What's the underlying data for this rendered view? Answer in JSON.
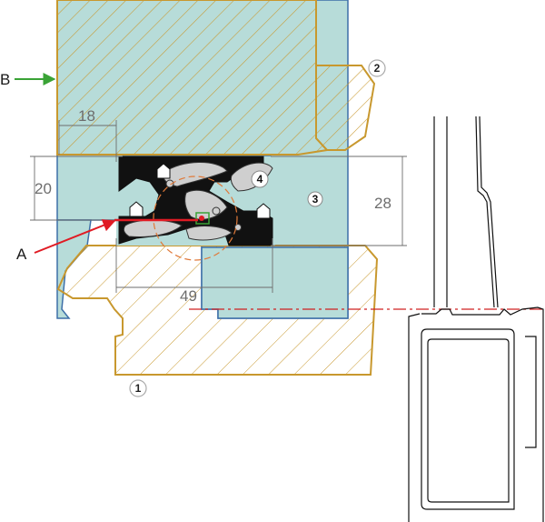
{
  "colors": {
    "glass_fill": "#b7dcd9",
    "glass_edge": "#3d6fa8",
    "wood_outline": "#c8982e",
    "hatch": "#c8982e",
    "gasket": "#111111",
    "dimension": "#6d6d6d",
    "arrow_a": "#e01b24",
    "arrow_b": "#3aa336",
    "section_line": "#d02020",
    "frame_outline": "#111111"
  },
  "dimensions": {
    "width_top": "18",
    "height_left": "20",
    "height_right": "28",
    "width_bottom": "49"
  },
  "labels": {
    "a": "A",
    "b": "B"
  },
  "callouts": [
    {
      "number": "1",
      "style": "outline"
    },
    {
      "number": "2",
      "style": "outline"
    },
    {
      "number": "3",
      "style": "filled"
    },
    {
      "number": "4",
      "style": "filled"
    }
  ]
}
